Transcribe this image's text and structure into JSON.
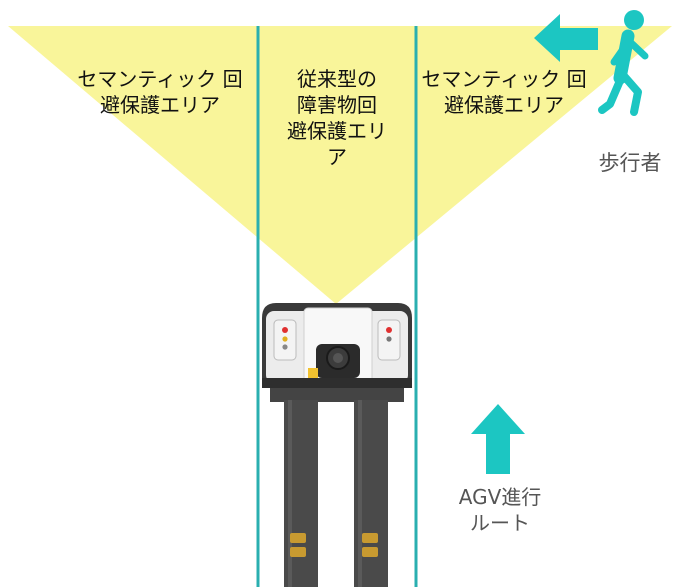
{
  "labels": {
    "semantic_left": "セマンティック 回\n避保護エリア",
    "conventional": "従来型の\n障害物回\n避保護エリ\nア",
    "semantic_right": "セマンティック 回\n避保護エリア",
    "pedestrian": "歩行者",
    "route": "AGV進行\nルート"
  },
  "colors": {
    "protection_zone": "#F9F59A",
    "lane_line": "#2AAFB0",
    "arrow": "#1CC6C2",
    "pedestrian": "#1CC6C2"
  }
}
